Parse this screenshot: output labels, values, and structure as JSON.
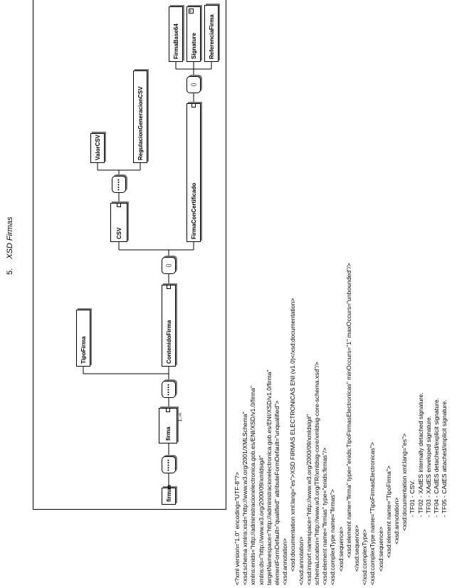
{
  "section": {
    "number": "5.",
    "title": "XSD Firmas"
  },
  "diagram": {
    "nodes": {
      "firmas": "firmas",
      "firma": "firma",
      "firma_card": "1..∞",
      "tipo_firma": "TipoFirma",
      "contenido_firma": "ContenidoFirma",
      "csv": "CSV",
      "valor_csv": "ValorCSV",
      "regulacion_csv": "RegulacionGeneracionCSV",
      "firma_con_certificado": "FirmaConCertificado",
      "firma_base64": "FirmaBase64",
      "signature": "Signature",
      "referencia_firma": "ReferenciaFirma"
    },
    "compositors": {
      "sequence": "•••••",
      "choice": "{}"
    }
  },
  "code_lines": [
    "<?xml version=\"1.0\" encoding=\"UTF-8\"?>",
    "<xsd:schema xmlns:xsd=\"http://www.w3.org/2001/XMLSchema\"",
    "xmlns:enids=\"http://administracionelectronica.gob.es/ENI/XSD/v1.0/firma\"",
    "xmlns:ds=\"http://www.w3.org/2000/09/xmldsig#\"",
    "targetNamespace=\"http://administracionelectronica.gob.es/ENI/XSD/v1.0/firma\"",
    "elementFormDefault=\"qualified\" attributeFormDefault=\"unqualified\">",
    "<xsd:annotation>",
    "        <xsd:documentation xml:lang=\"es\">XSD FIRMAS ELECTRONICAS ENI (v1.0)</xsd:documentation>",
    "</xsd:annotation>",
    "<xsd:import namespace=\"http://www.w3.org/2000/09/xmldsig#\"",
    "schemaLocation=\"http://www.w3.org/TR/xmldsig-core/xmldsig-core-schema.xsd\"/>",
    "<xsd:element name=\"firmas\" type=\"enids:firmas\"/>",
    "<xsd:complexType name=\"firmas\">",
    "        <xsd:sequence>",
    "                <xsd:element name=\"firma\" type=\"enids:TipoFirmasElectronicas\" minOccurs=\"1\" maxOccurs=\"unbounded\"/>",
    "        </xsd:sequence>",
    "</xsd:complexType>",
    "<xsd:complexType name=\"TipoFirmasElectronicas\">",
    "        <xsd:sequence>",
    "                <xsd:element name=\"TipoFirma\">",
    "                        <xsd:annotation>",
    "                                <xsd:documentation xml:lang=\"es\">",
    "                                        - TF01 - CSV.",
    "                                        - TF02 - XAdES internally detached signature.",
    "                                        - TF03 - XAdES enveloped signature.",
    "                                        - TF04 - CAdES detached/explicit signature.",
    "                                        - TF05 - CAdES attached/implicit signature."
  ]
}
